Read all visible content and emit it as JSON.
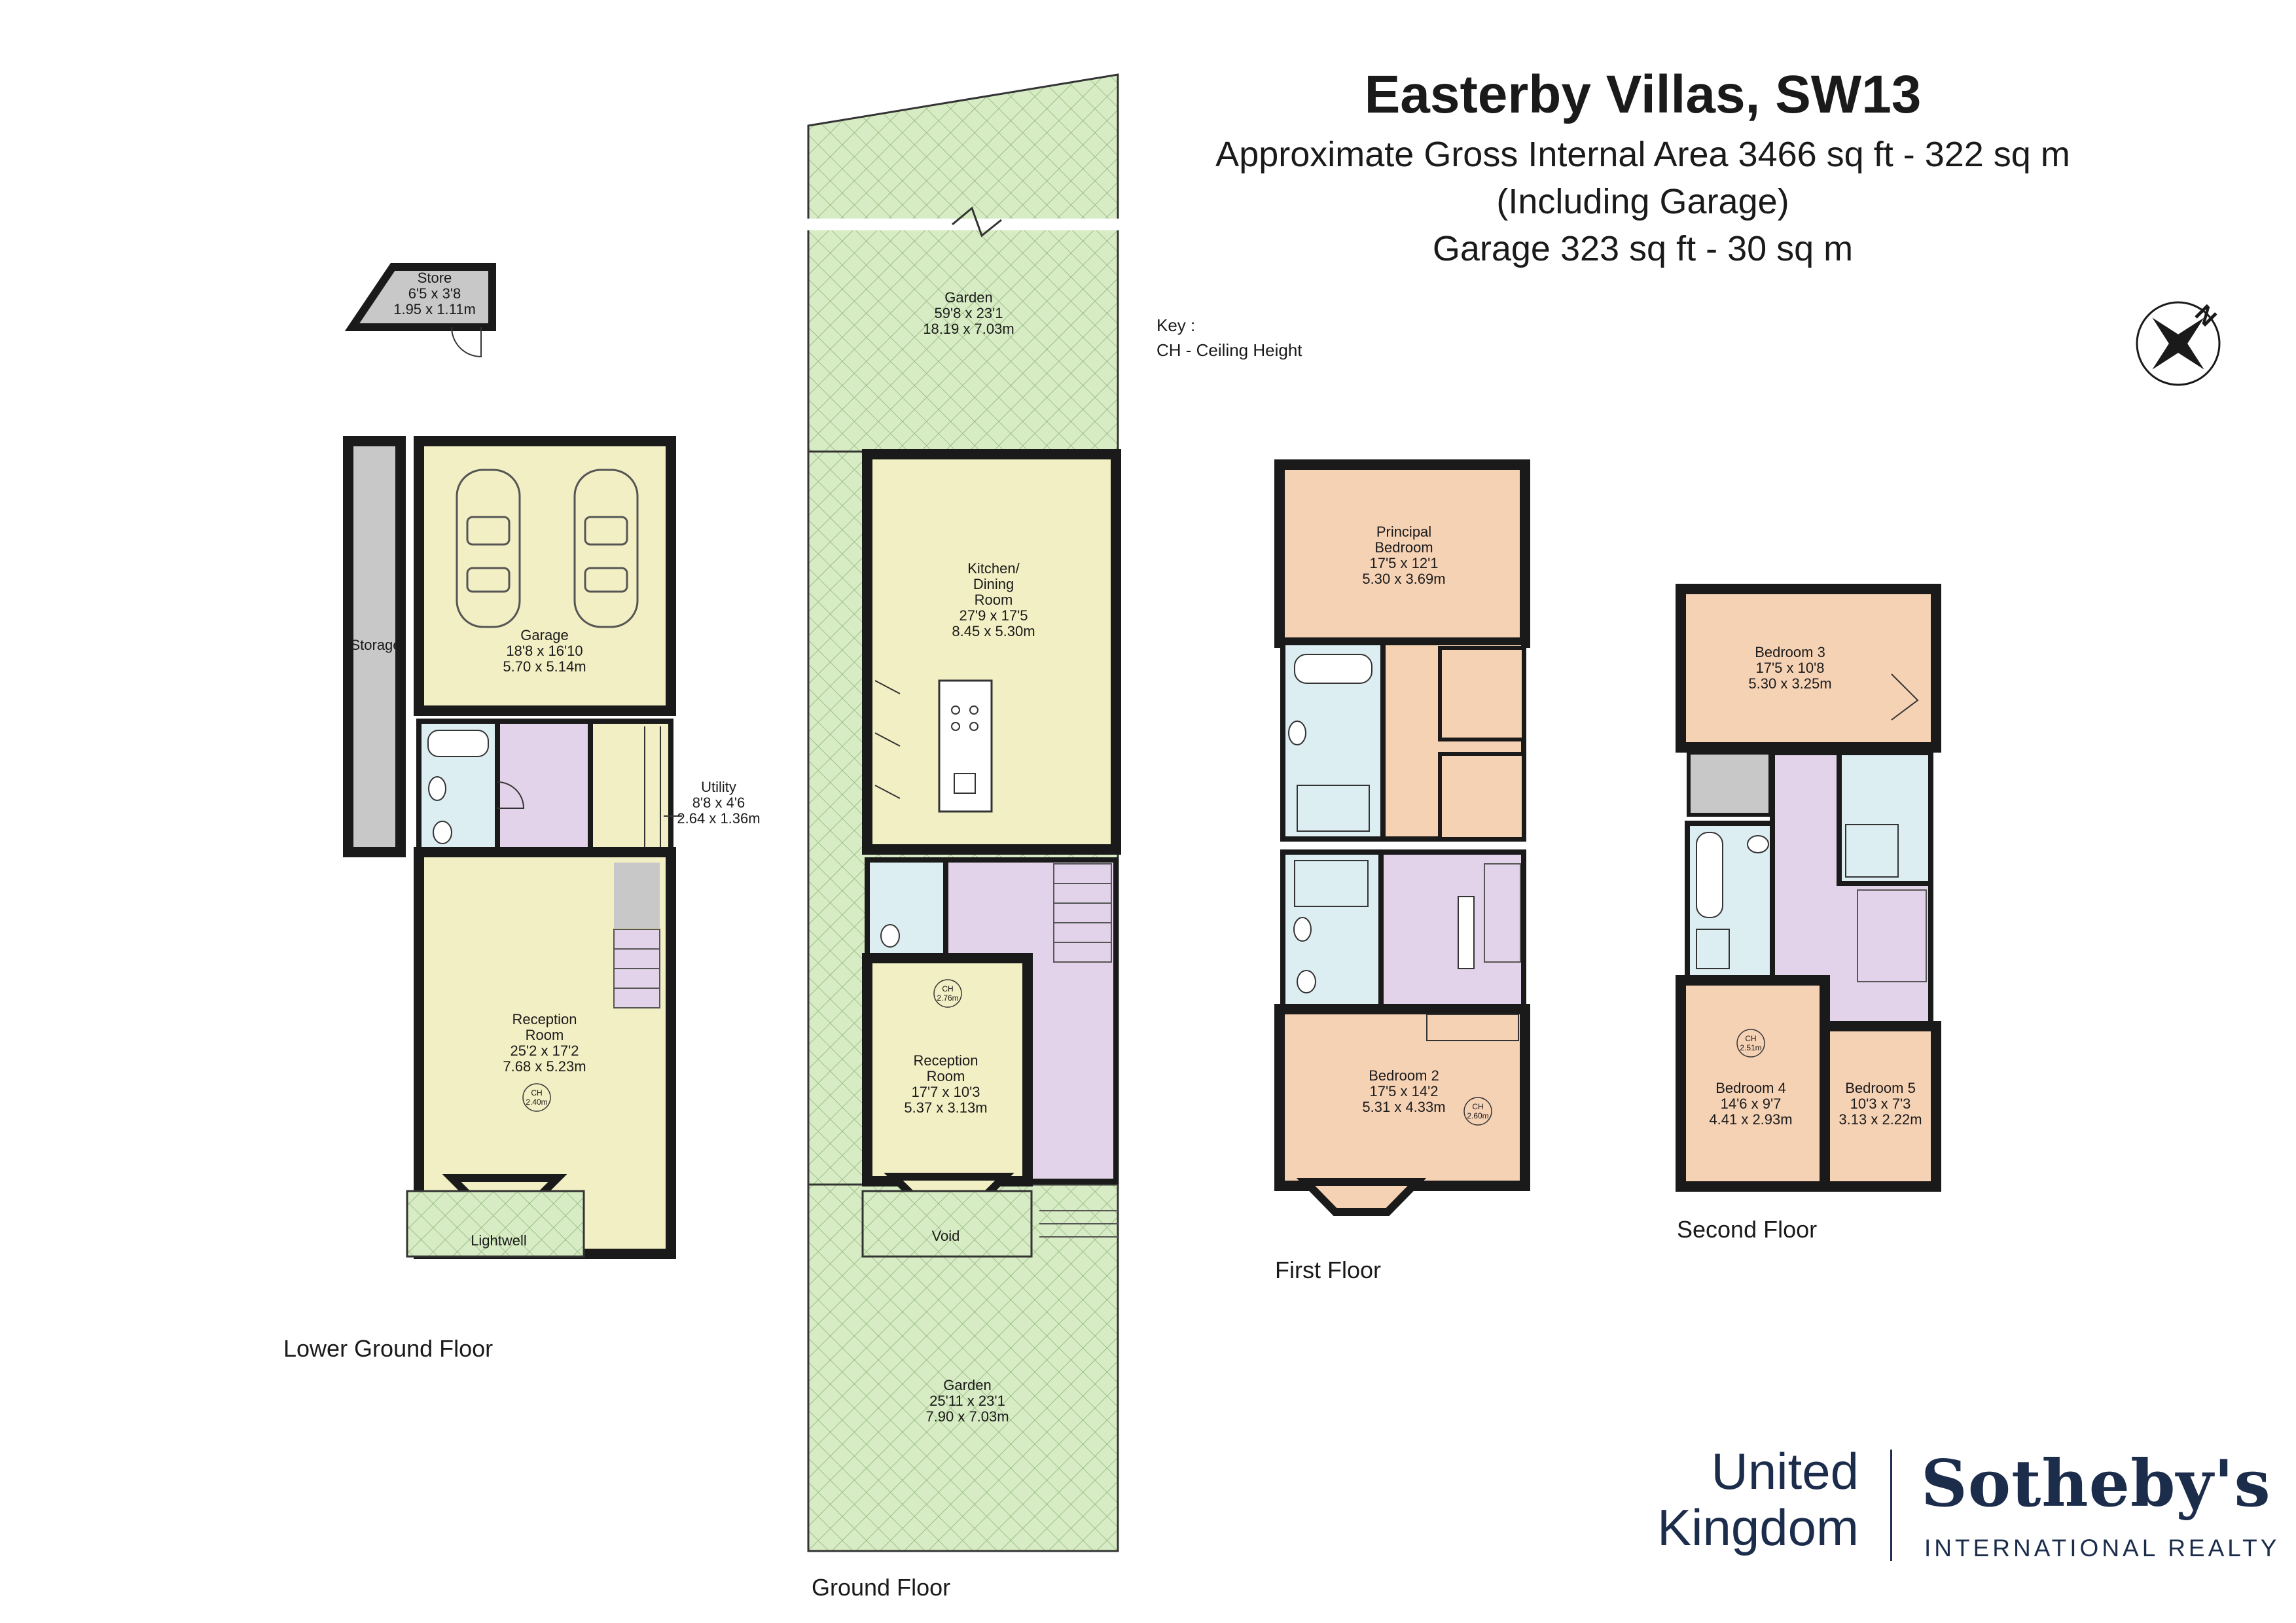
{
  "header": {
    "title": "Easterby Villas, SW13",
    "area_line": "Approximate Gross Internal Area 3466 sq ft - 322 sq m",
    "garage_note": "(Including Garage)",
    "garage_line": "Garage 323 sq ft - 30 sq m"
  },
  "key": {
    "heading": "Key :",
    "ch": "CH - Ceiling Height"
  },
  "compass": {
    "label": "N",
    "icon": "compass-rose-icon"
  },
  "floors": {
    "lower_ground": "Lower Ground Floor",
    "ground": "Ground Floor",
    "first": "First Floor",
    "second": "Second Floor"
  },
  "rooms": {
    "store": {
      "name": "Store",
      "imperial": "6'5 x 3'8",
      "metric": "1.95 x 1.11m"
    },
    "storage": {
      "name": "Storage"
    },
    "garage": {
      "name": "Garage",
      "imperial": "18'8 x 16'10",
      "metric": "5.70 x 5.14m"
    },
    "utility": {
      "name": "Utility",
      "imperial": "8'8 x 4'6",
      "metric": "2.64 x 1.36m"
    },
    "lg_reception": {
      "name1": "Reception",
      "name2": "Room",
      "imperial": "25'2 x 17'2",
      "metric": "7.68 x 5.23m"
    },
    "lightwell": {
      "name": "Lightwell"
    },
    "garden_rear": {
      "name": "Garden",
      "imperial": "59'8 x 23'1",
      "metric": "18.19 x 7.03m"
    },
    "kitchen": {
      "name1": "Kitchen/",
      "name2": "Dining",
      "name3": "Room",
      "imperial": "27'9 x 17'5",
      "metric": "8.45 x 5.30m"
    },
    "g_reception": {
      "name1": "Reception",
      "name2": "Room",
      "imperial": "17'7 x 10'3",
      "metric": "5.37 x 3.13m"
    },
    "void": {
      "name": "Void"
    },
    "garden_front": {
      "name": "Garden",
      "imperial": "25'11 x 23'1",
      "metric": "7.90 x 7.03m"
    },
    "principal": {
      "name1": "Principal",
      "name2": "Bedroom",
      "imperial": "17'5 x 12'1",
      "metric": "5.30 x 3.69m"
    },
    "bedroom2": {
      "name": "Bedroom 2",
      "imperial": "17'5 x 14'2",
      "metric": "5.31 x 4.33m"
    },
    "bedroom3": {
      "name": "Bedroom 3",
      "imperial": "17'5 x 10'8",
      "metric": "5.30 x 3.25m"
    },
    "bedroom4": {
      "name": "Bedroom 4",
      "imperial": "14'6 x 9'7",
      "metric": "4.41 x 2.93m"
    },
    "bedroom5": {
      "name": "Bedroom 5",
      "imperial": "10'3 x 7'3",
      "metric": "3.13 x 2.22m"
    }
  },
  "ceiling_heights": {
    "ch_label": "CH",
    "lower_ground": "2.40m",
    "ground": "2.76m",
    "first": "2.60m",
    "second": "2.51m"
  },
  "brand": {
    "line1": "United",
    "line2": "Kingdom",
    "name": "Sotheby's",
    "sub": "INTERNATIONAL REALTY"
  },
  "colors": {
    "living": "#f2efc4",
    "bathroom": "#ddeef2",
    "hall": "#e2d3ea",
    "bedroom": "#f6d2b5",
    "garden": "#d7ecc4",
    "storage": "#c8c8c8",
    "wall": "#1a1a1a",
    "brand": "#1c2d4c"
  }
}
